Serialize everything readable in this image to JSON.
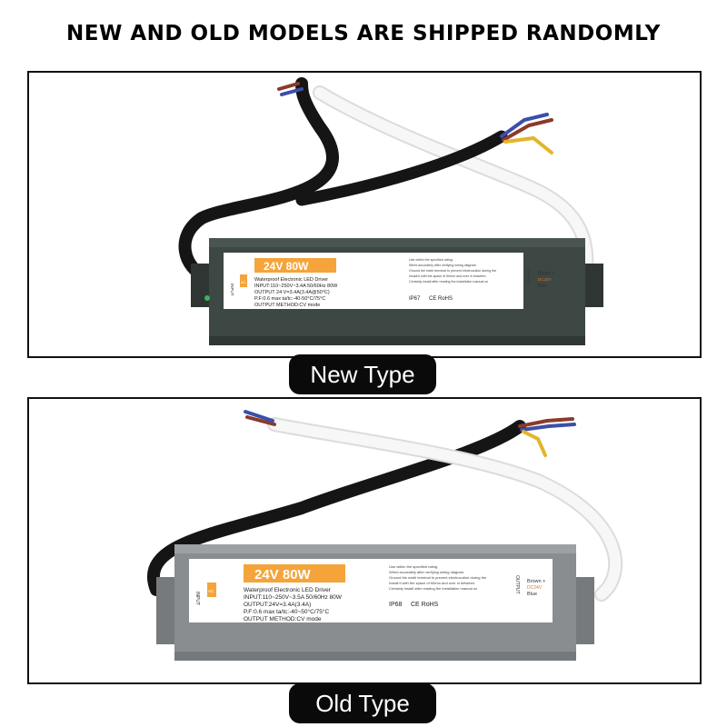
{
  "headline": "NEW AND OLD MODELS ARE SHIPPED RANDOMLY",
  "new_type": {
    "caption": "New Type",
    "label": {
      "title": "24V  80W",
      "lines": [
        "Waterproof Electronic LED Driver",
        "INPUT:110~250V~3.4A 50/60Hz 80W",
        "OUTPUT 24 V=3.4A(3.4A@50°C)",
        "P.F:0.6 max   ta/tc:-40-50°C/75°C",
        "OUTPUT METHOD:CV mode"
      ],
      "notes": [
        "Use within the specified rating.",
        "Wired accurately after verifying wiring diagram.",
        "Ground the earth terminal to prevent electrocution during the",
        "Install it with the space of 50mm and over in between.",
        "Certainly install after reading the installation manual on"
      ],
      "ip_rating": "IP67",
      "certs": "CE RoHS",
      "input_side": "INPUT",
      "output_side": "OUTPUT",
      "wire_brown": "Brown +",
      "wire_blue": "Blue",
      "output_voltage": "DC24V",
      "ac_label": "AC"
    }
  },
  "old_type": {
    "caption": "Old Type",
    "label": {
      "title": "24V  80W",
      "lines": [
        "Waterproof Electronic LED Driver",
        "INPUT:110~250V~3.5A 50/60Hz 80W",
        "OUTPUT:24V=3.4A(3.4A)",
        "P.F:0.6 max   ta/tc:-40~50°C/75°C",
        "OUTPUT METHOD:CV mode"
      ],
      "notes": [
        "Use within the specified rating.",
        "Wired accurately after verifying wiring diagram.",
        "Ground the earth terminal to prevent electrocution during the",
        "Install it with the space of 50mm and over in between.",
        "Certainly install after reading the installation manual on"
      ],
      "ip_rating": "IP68",
      "certs": "CE RoHS",
      "input_side": "INPUT",
      "output_side": "OUTPUT",
      "wire_brown": "Brown +",
      "wire_blue": "Blue",
      "output_voltage": "DC24V",
      "ac_label": "AC"
    }
  },
  "colors": {
    "new_case": "#3d4744",
    "old_case": "#8a8d8f",
    "label_orange": "#f4a43a",
    "cable_black": "#151515",
    "cable_white": "#f4f4f4",
    "wire_brown": "#8b3a2a",
    "wire_blue": "#3b4fa8",
    "wire_yellow": "#e3b52a"
  }
}
